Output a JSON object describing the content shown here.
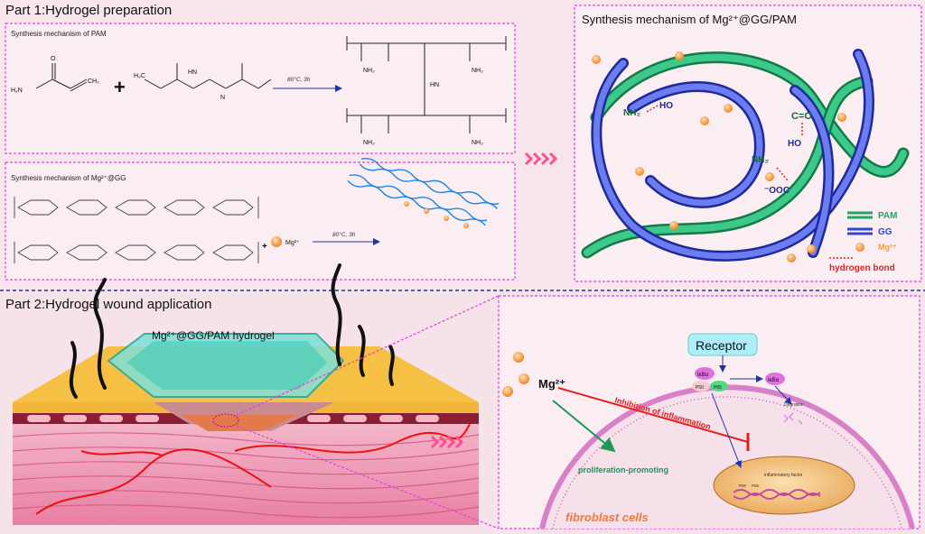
{
  "part1": {
    "title": "Part 1:Hydrogel preparation",
    "pam_box": {
      "title": "Synthesis mechanism of PAM",
      "plus": "+",
      "condition": "80°C, 3h",
      "atoms": {
        "h2n": "H₂N",
        "o": "O",
        "ch2": "CH₂",
        "h3c": "H₃C",
        "h": "H",
        "n": "N",
        "nh2": "NH₂",
        "hn": "HN"
      }
    },
    "gg_box": {
      "title": "Synthesis mechanism of Mg²⁺@GG",
      "plus": "+",
      "mg_label": "Mg²⁺",
      "condition": "80°C, 3h"
    },
    "mech_box": {
      "title": "Synthesis mechanism of Mg²⁺@GG/PAM",
      "labels": {
        "nh2_a": "NH₂",
        "ho_a": "HO",
        "co": "C=O",
        "ho_b": "HO",
        "nh2_b": "NH₂",
        "ooc": "⁻OOC"
      },
      "legend": [
        {
          "label": "PAM",
          "color": "#22a36a"
        },
        {
          "label": "GG",
          "color": "#3344cc"
        },
        {
          "label": "Mg²⁺",
          "color": "#f0a040"
        },
        {
          "label": "hydrogen bond",
          "color": "#dd2222"
        }
      ]
    }
  },
  "part2": {
    "title": "Part 2:Hydrogel wound application",
    "hydrogel_label": "Mg²⁺@GG/PAM hydrogel",
    "cell": {
      "receptor": "Receptor",
      "mg": "Mg²⁺",
      "inhibition": "Inhibition of inflammation",
      "proliferation": "proliferation-promoting",
      "fibroblast": "fibroblast cells",
      "ikba_a": "IκBα",
      "p50": "P50",
      "p65": "P65",
      "ikba_b": "IκBα",
      "degration": "Degration",
      "inflammatory": "inflammatory factor",
      "dna_p50": "P50",
      "dna_p65": "P65"
    }
  },
  "colors": {
    "box_border": "#e040e0",
    "divider": "#223399",
    "pam": "#22a36a",
    "gg": "#3344cc",
    "mg": "#f0a040",
    "hbond": "#dd2222",
    "arrows": "#ff4f8f"
  }
}
